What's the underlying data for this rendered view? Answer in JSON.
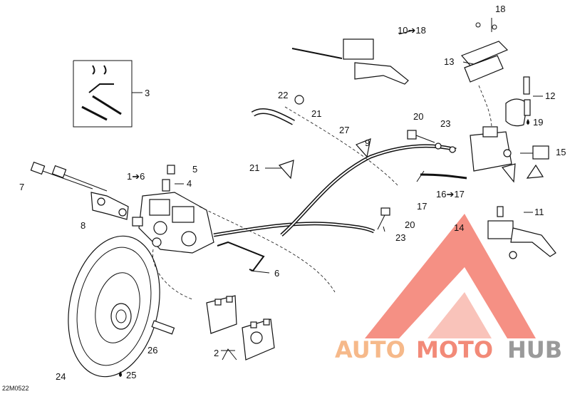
{
  "diagram": {
    "code": "22M0522",
    "watermark": {
      "a": "AUTO",
      "b": "MOTO",
      "c": "HUB",
      "color_a": "#f6b98a",
      "color_b": "#f28a78",
      "color_c": "#9a9a9a"
    },
    "labels": {
      "l1": "1➔6",
      "l2": "2",
      "l3": "3",
      "l4": "4",
      "l5": "5",
      "l6": "6",
      "l7": "7",
      "l8": "8",
      "l9": "9",
      "l10": "10➔18",
      "l11": "11",
      "l12": "12",
      "l13": "13",
      "l14": "14",
      "l15": "15",
      "l16": "16➔17",
      "l17": "17",
      "l18": "18",
      "l19": "19",
      "l20a": "20",
      "l20b": "20",
      "l21a": "21",
      "l21b": "21",
      "l22": "22",
      "l23a": "23",
      "l23b": "23",
      "l24": "24",
      "l25": "25",
      "l26": "26",
      "l27": "27"
    }
  }
}
